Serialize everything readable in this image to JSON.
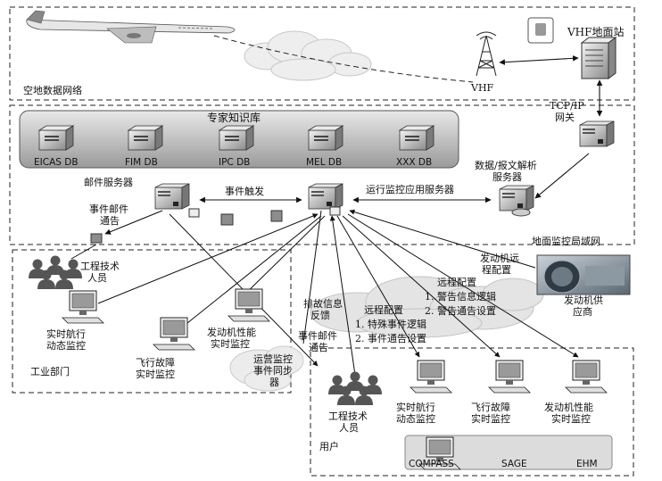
{
  "regions": {
    "air_ground": "空地数据网络",
    "ground_lan": "地面监控局域网",
    "industry": "工业部门",
    "user": "用户",
    "knowledge_base": "专家知识库"
  },
  "nodes": {
    "vhf_station": "VHF地面站",
    "vhf": "VHF",
    "gateway_line1": "TCP/IP",
    "gateway_line2": "网关",
    "mail_server": "邮件服务器",
    "event_trigger": "事件触发",
    "app_server": "运行监控应用服务器",
    "parse_line1": "数据/报文解析",
    "parse_line2": "服务器",
    "mail_notice_line1": "事件邮件",
    "mail_notice_line2": "通告",
    "engine_remote_line1": "发动机远",
    "engine_remote_line2": "程配置",
    "engine_supplier_line1": "发动机供",
    "engine_supplier_line2": "应商",
    "sync_line1": "运营监控",
    "sync_line2": "事件同步",
    "sync_line3": "器"
  },
  "databases": [
    "EICAS DB",
    "FIM DB",
    "IPC DB",
    "MEL DB",
    "XXX DB"
  ],
  "industry": {
    "engineer_line1": "工程技术",
    "engineer_line2": "人员",
    "flight_line1": "实时航行",
    "flight_line2": "动态监控",
    "fault_line1": "飞行故障",
    "fault_line2": "实时监控",
    "engine_line1": "发动机性能",
    "engine_line2": "实时监控"
  },
  "annotations": {
    "feedback_line1": "排故信息",
    "feedback_line2": "反馈",
    "remote1_title": "远程配置",
    "remote1_item1": "1. 特殊事件逻辑",
    "remote1_item2": "2. 事件通告设置",
    "remote2_title": "远程配置",
    "remote2_item1": "1. 警告信息逻辑",
    "remote2_item2": "2. 警告通告设置",
    "user_mail_line1": "事件邮件",
    "user_mail_line2": "通告"
  },
  "user": {
    "engineer_line1": "工程技术",
    "engineer_line2": "人员",
    "flight_line1": "实时航行",
    "flight_line2": "动态监控",
    "fault_line1": "飞行故障",
    "fault_line2": "实时监控",
    "engine_line1": "发动机性能",
    "engine_line2": "实时监控",
    "apps": [
      "COMPASS",
      "SAGE",
      "EHM"
    ]
  }
}
